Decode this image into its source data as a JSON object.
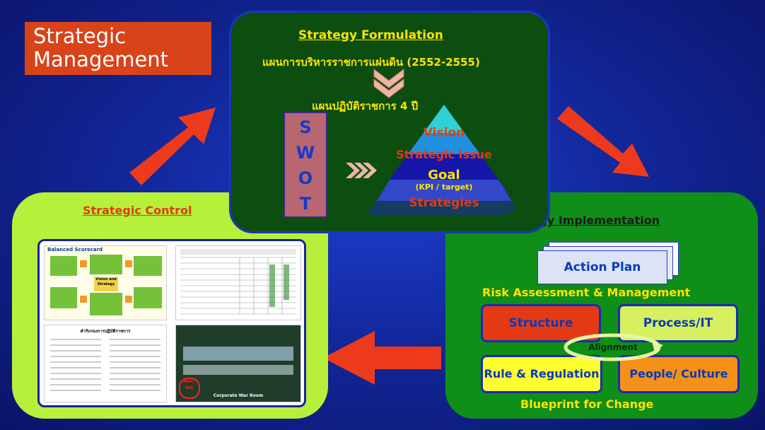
{
  "title": "Strategic Management",
  "formulation": {
    "heading": "Strategy Formulation",
    "thai_plan": "แผนการบริหารราชการแผ่นดิน (2552-2555)",
    "thai_4yr": "แผนปฏิบัติราชการ 4 ปี",
    "swot": [
      "S",
      "W",
      "O",
      "T"
    ],
    "pyramid": {
      "vision": "Vision",
      "issue": "Strategic Issue",
      "goal": "Goal",
      "kpi": "(KPI / target)",
      "strategies": "Strategies"
    }
  },
  "control": {
    "heading": "Strategic Control",
    "thumbs": {
      "bsc_title": "Balanced Scorecard",
      "vision_center": "Vision and Strategy",
      "doc_heading": "คำรับรองการปฏิบัติราชการ",
      "war_room": "Corporate War Room",
      "moc": "MOC / POC"
    }
  },
  "implementation": {
    "heading": "Strategy Implementation",
    "action_plan": "Action Plan",
    "risk": "Risk Assessment & Management",
    "structure": "Structure",
    "process": "Process/IT",
    "alignment": "Alignment",
    "rule": "Rule & Regulation",
    "people": "People/ Culture",
    "blueprint": "Blueprint for Change"
  },
  "colors": {
    "background": "#12279a",
    "arrow": "#ee3a1c",
    "formulation_panel": "#0b4e10",
    "control_panel": "#b7f03a",
    "implementation_panel": "#0f8e18",
    "title_box": "#d9431a",
    "yellow_text": "#ffe400"
  }
}
